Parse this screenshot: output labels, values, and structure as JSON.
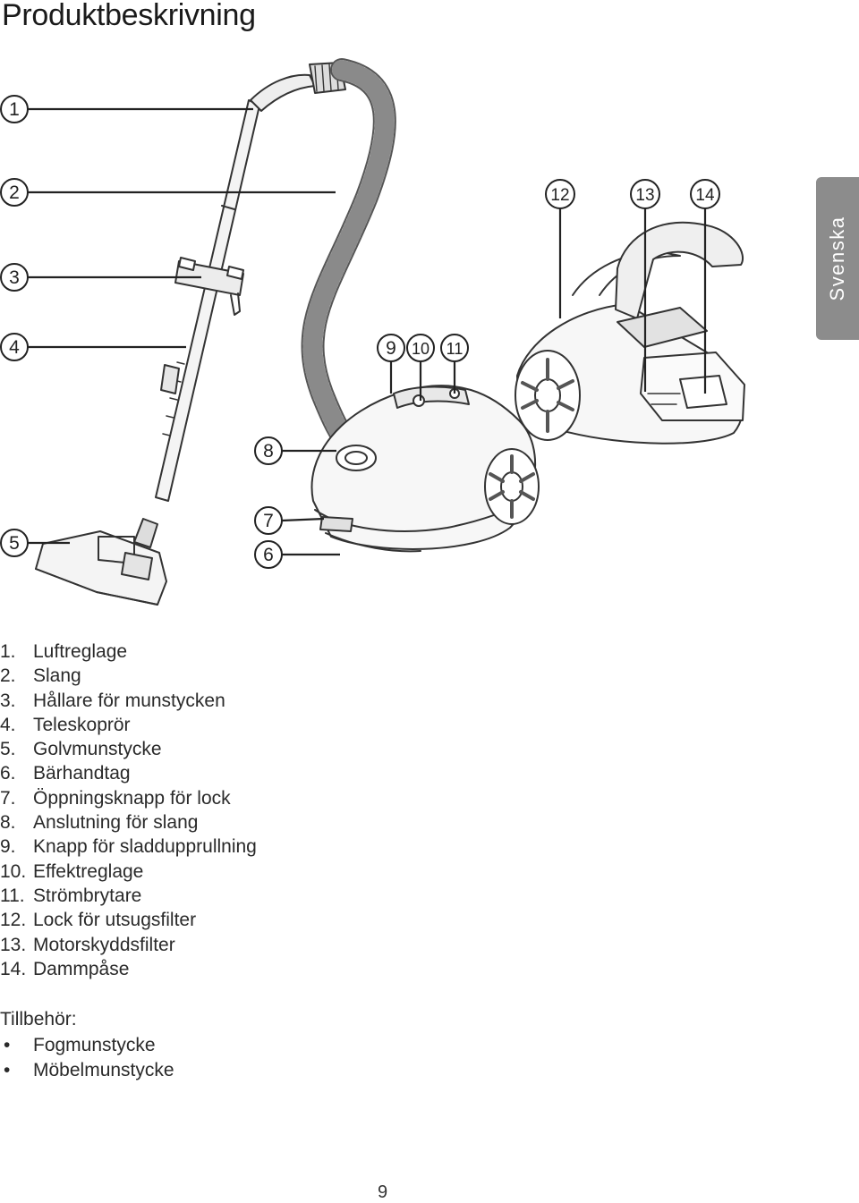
{
  "page": {
    "title": "Produktbeskrivning",
    "side_tab": "Svenska",
    "page_number": "9"
  },
  "diagram": {
    "callouts": [
      "1",
      "2",
      "3",
      "4",
      "5",
      "6",
      "7",
      "8",
      "9",
      "10",
      "11",
      "12",
      "13",
      "14"
    ]
  },
  "parts": [
    {
      "num": "1.",
      "label": "Luftreglage"
    },
    {
      "num": "2.",
      "label": "Slang"
    },
    {
      "num": "3.",
      "label": "Hållare för munstycken"
    },
    {
      "num": "4.",
      "label": "Teleskoprör"
    },
    {
      "num": "5.",
      "label": "Golvmunstycke"
    },
    {
      "num": "6.",
      "label": "Bärhandtag"
    },
    {
      "num": "7.",
      "label": "Öppningsknapp för lock"
    },
    {
      "num": "8.",
      "label": "Anslutning för slang"
    },
    {
      "num": "9.",
      "label": "Knapp för sladdupprullning"
    },
    {
      "num": "10.",
      "label": "Effektreglage"
    },
    {
      "num": "11.",
      "label": "Strömbrytare"
    },
    {
      "num": "12.",
      "label": "Lock för utsugsfilter"
    },
    {
      "num": "13.",
      "label": "Motorskyddsfilter"
    },
    {
      "num": "14.",
      "label": "Dammpåse"
    }
  ],
  "accessories": {
    "title": "Tillbehör:",
    "bullet": "•",
    "items": [
      "Fogmunstycke",
      "Möbelmunstycke"
    ]
  }
}
